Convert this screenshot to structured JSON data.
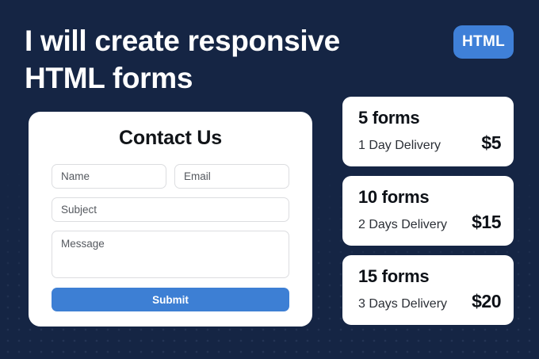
{
  "theme": {
    "background_color": "#152544",
    "accent_blue": "#3d7fd4",
    "badge_blue": "#3f80d8",
    "card_white": "#ffffff",
    "text_dark": "#0d1117"
  },
  "headline": {
    "line1": "I will create responsive",
    "line2": "HTML forms"
  },
  "badge": {
    "label": "HTML"
  },
  "form": {
    "title": "Contact Us",
    "fields": [
      {
        "name": "name",
        "placeholder": "Name"
      },
      {
        "name": "email",
        "placeholder": "Email"
      },
      {
        "name": "subject",
        "placeholder": "Subject"
      },
      {
        "name": "message",
        "placeholder": "Message"
      }
    ],
    "submit_label": "Submit"
  },
  "pricing": {
    "cards": [
      {
        "title": "5 forms",
        "delivery": "1 Day Delivery",
        "price": "$5"
      },
      {
        "title": "10 forms",
        "delivery": "2 Days Delivery",
        "price": "$15"
      },
      {
        "title": "15 forms",
        "delivery": "3 Days Delivery",
        "price": "$20"
      }
    ]
  }
}
